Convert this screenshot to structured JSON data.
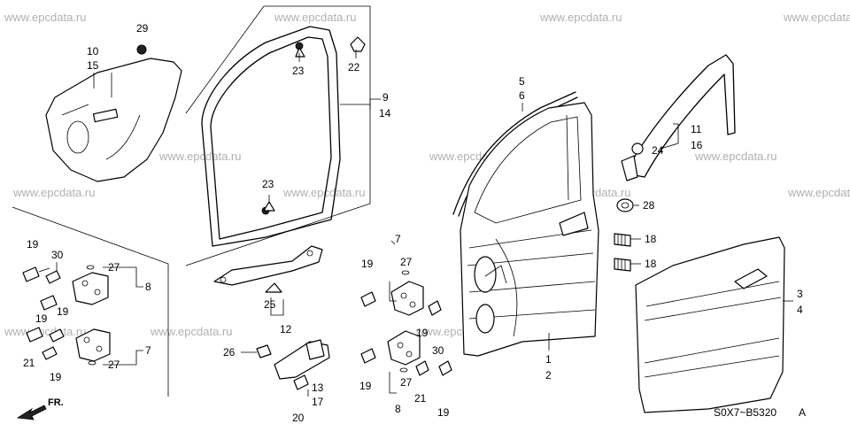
{
  "watermark": "www.epcdata.ru",
  "diagram_code": "S0X7~B5320",
  "diagram_suffix": "A",
  "front_marker": "FR.",
  "labels": {
    "n29": "29",
    "n10": "10",
    "n15": "15",
    "n23a": "23",
    "n22": "22",
    "n9": "9",
    "n14": "14",
    "n23b": "23",
    "n5": "5",
    "n6": "6",
    "n11": "11",
    "n16": "16",
    "n24": "24",
    "n28": "28",
    "n18a": "18",
    "n18b": "18",
    "n3": "3",
    "n4": "4",
    "n1": "1",
    "n2": "2",
    "n19a": "19",
    "n30a": "30",
    "n27a": "27",
    "n8a": "8",
    "n19b": "19",
    "n19c": "19",
    "n21a": "21",
    "n7a": "7",
    "n27b": "27",
    "n19d": "19",
    "n25": "25",
    "n12": "12",
    "n26": "26",
    "n13": "13",
    "n17": "17",
    "n20": "20",
    "n7b": "7",
    "n27c": "27",
    "n19e": "19",
    "n19f": "19",
    "n30b": "30",
    "n19g": "19",
    "n27d": "27",
    "n21b": "21",
    "n19h": "19",
    "n8b": "8"
  }
}
